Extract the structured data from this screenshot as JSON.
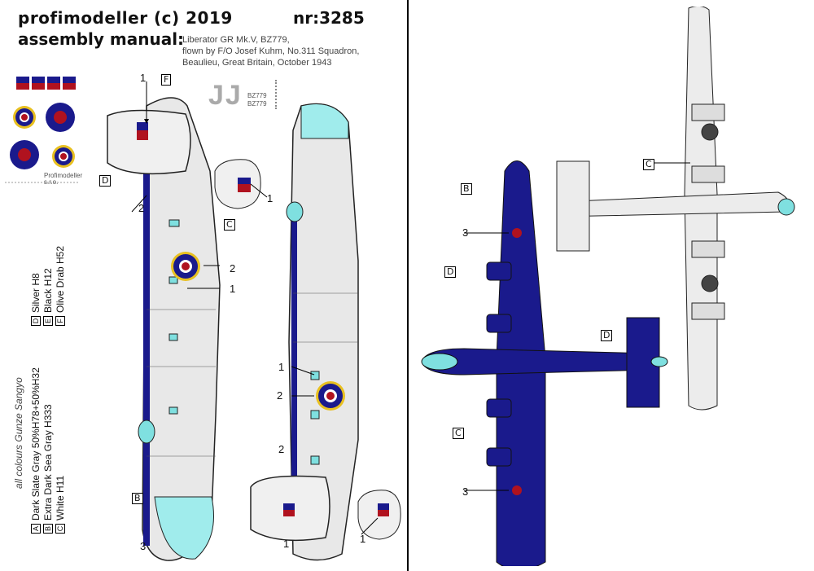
{
  "header": {
    "brand": "profimodeller (c) 2019",
    "number": "nr:3285",
    "subtitle": "assembly manual:"
  },
  "info_lines": [
    "Liberator GR Mk.V, BZ779,",
    "flown by F/O Josef Kuhm, No.311 Squadron,",
    "Beaulieu, Great Britain, October 1943"
  ],
  "colours_left": [
    {
      "key": "A",
      "text": "Dark Slate Gray  50%H78+50%H32"
    },
    {
      "key": "B",
      "text": "Extra Dark Sea Gray  H333"
    },
    {
      "key": "C",
      "text": "White  H11"
    }
  ],
  "colours_right": [
    {
      "key": "D",
      "text": "Silver  H8"
    },
    {
      "key": "E",
      "text": "Black  H12"
    },
    {
      "key": "F",
      "text": "Olive Drab  H52"
    }
  ],
  "colour_note": "all colours Gunze Sangyo",
  "code_letters": "JJ",
  "serials": [
    "BZ779",
    "BZ779"
  ],
  "roundel_sheet_label": "Profimodeller s.r.o.",
  "callouts": {
    "one": "1",
    "two": "2",
    "three": "3",
    "b": "B",
    "c": "C",
    "d": "D",
    "f": "F"
  },
  "colors": {
    "blue": "#1a1a8c",
    "cyan": "#7fe0e0",
    "red": "#b0121f",
    "yellow": "#e8c020",
    "gray": "#dcdcdc"
  }
}
